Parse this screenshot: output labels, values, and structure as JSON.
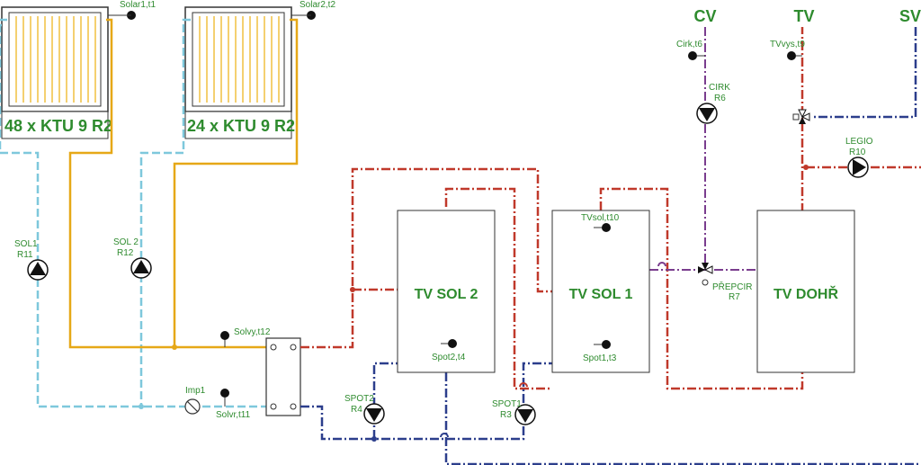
{
  "collectors": [
    {
      "label": "48 x KTU 9 R2",
      "sensor": "Solar1,t1"
    },
    {
      "label": "24 x KTU 9 R2",
      "sensor": "Solar2,t2"
    }
  ],
  "tanks": [
    {
      "label": "TV SOL 2",
      "sensor": "Spot2,t4"
    },
    {
      "label": "TV SOL 1",
      "sensor_top": "TVsol,t10",
      "sensor": "Spot1,t3"
    },
    {
      "label": "TV DOHŘ"
    }
  ],
  "headers": {
    "cv": "CV",
    "tv": "TV",
    "sv": "SV"
  },
  "sensors": {
    "cirk": "Cirk,t6",
    "tvvys": "TVvys,t9",
    "solvy": "Solvy,t12",
    "solvr": "Solvr,t11",
    "imp": "Imp1"
  },
  "pumps": {
    "sol1": [
      "SOL1",
      "R11"
    ],
    "sol2": [
      "SOL 2",
      "R12"
    ],
    "spot2": [
      "SPOT2",
      "R4"
    ],
    "spot1": [
      "SPOT1",
      "R3"
    ],
    "cirk": [
      "CIRK",
      "R6"
    ],
    "legio": [
      "LEGIO",
      "R10"
    ]
  },
  "valve": [
    "PŘEPCIR",
    "R7"
  ],
  "colors": {
    "label_green": "#2e8b2e",
    "hot_red": "#c0392b",
    "cold_blue": "#2c3e8c",
    "glycol_cyan": "#7ec8dc",
    "solar_orange": "#e6a817",
    "circ_purple": "#7a3d8e"
  }
}
